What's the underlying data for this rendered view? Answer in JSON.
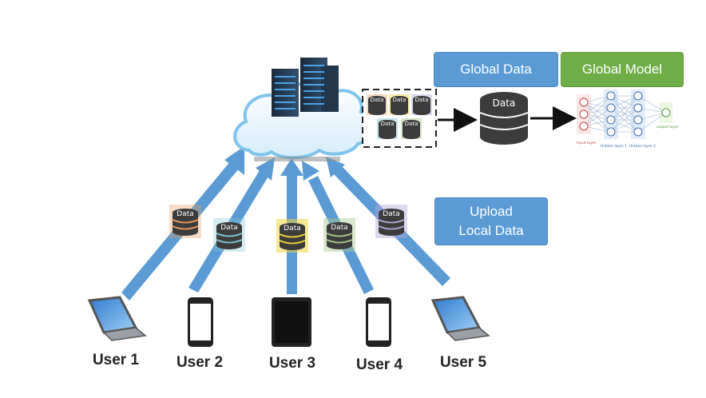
{
  "labels": {
    "global_data": "Global Data",
    "global_model": "Global Model",
    "upload_line1": "Upload",
    "upload_line2": "Local Data",
    "db_text": "Data",
    "nn_input": "Input layer",
    "nn_hidden1": "Hidden layer 1",
    "nn_hidden2": "Hidden layer 2",
    "nn_output": "output layer"
  },
  "users": [
    {
      "label": "User 1",
      "device": "laptop"
    },
    {
      "label": "User 2",
      "device": "phone"
    },
    {
      "label": "User 3",
      "device": "tablet"
    },
    {
      "label": "User 4",
      "device": "phone"
    },
    {
      "label": "User 5",
      "device": "laptop"
    }
  ],
  "colors": {
    "arrow": "#5b9bd5",
    "box_blue": "#5b9bd5",
    "box_green": "#70ad47",
    "db_body": "#3c3c3c",
    "user1_data": "#ef9a5a",
    "user2_data": "#7fc8d8",
    "user3_data": "#f2d63a",
    "user4_data": "#a8c98a",
    "user5_data": "#b0a8d8"
  }
}
